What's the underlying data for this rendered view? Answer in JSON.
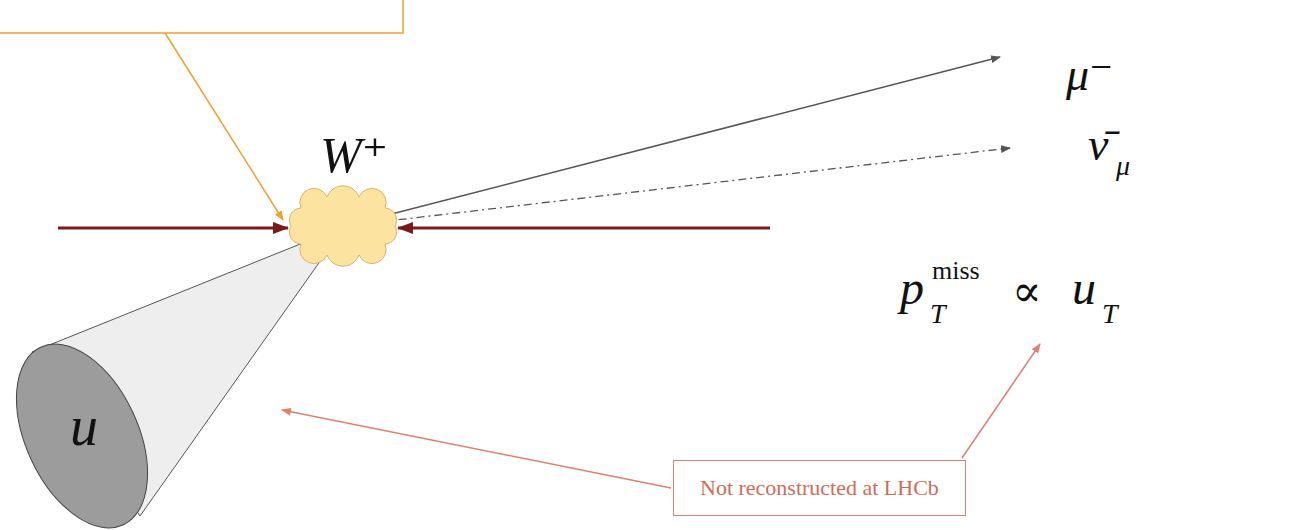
{
  "diagram": {
    "nodes": [
      {
        "text": [
          "u"
        ]
      },
      {
        "text": [
          "Not reconstructed at LHCb"
        ]
      }
    ],
    "edges": [
      {
        "from": 1,
        "to": 0,
        "arrow": "to"
      }
    ],
    "labels": [
      "W⁺",
      "μ⁻",
      "ν̄",
      "μ",
      "p",
      "miss",
      "T",
      "∝",
      "u",
      "T"
    ]
  }
}
